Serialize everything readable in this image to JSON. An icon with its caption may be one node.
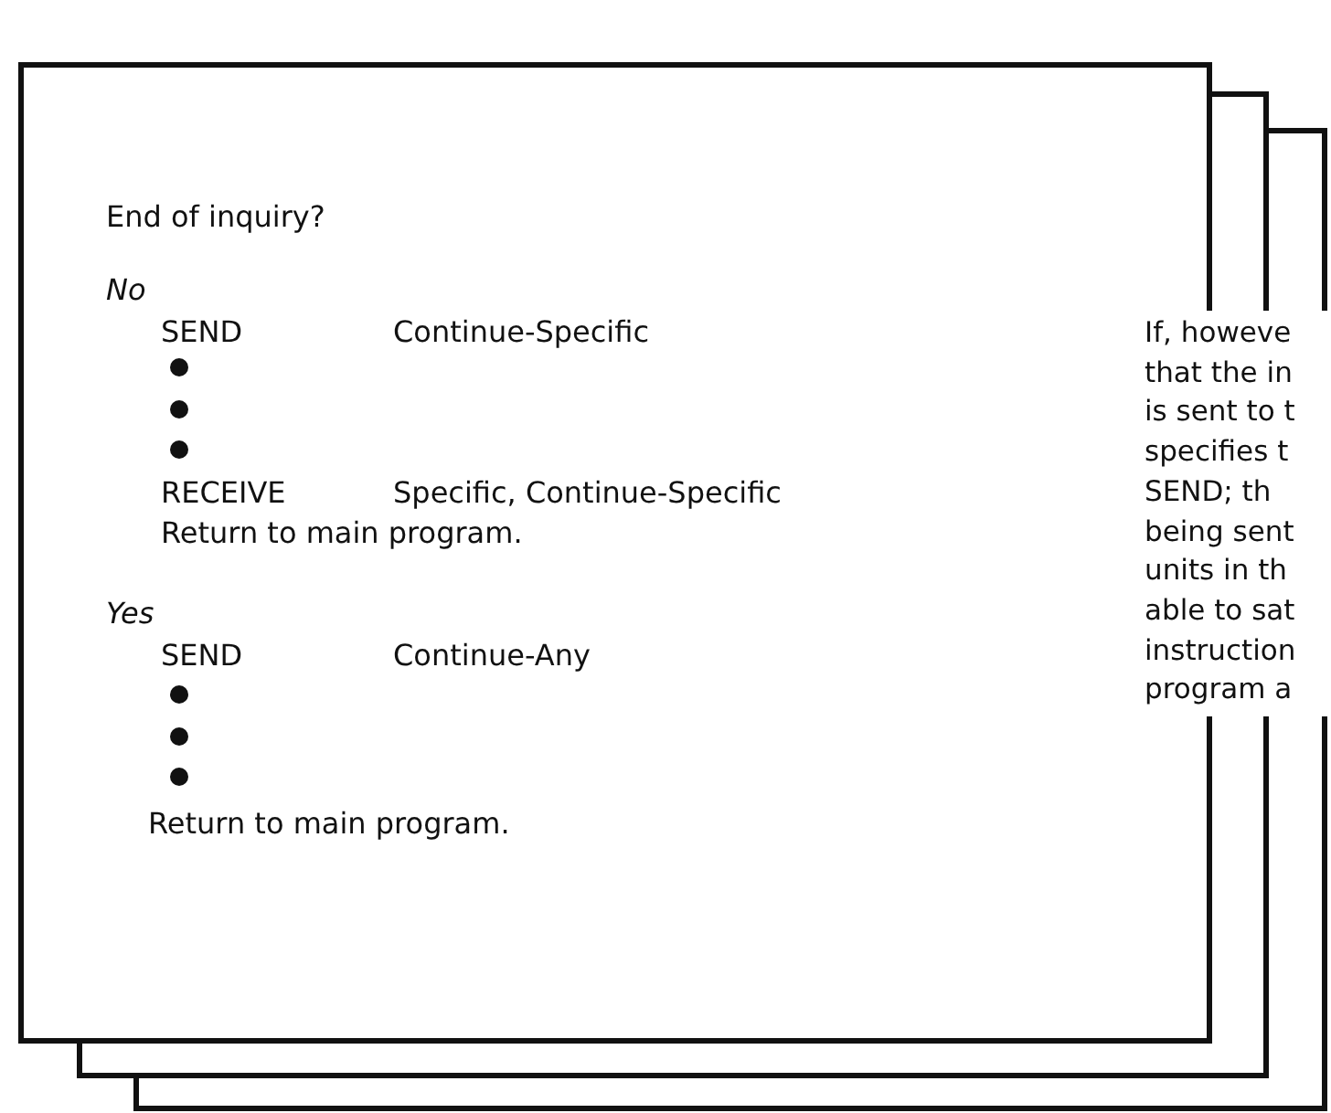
{
  "diagram": {
    "nodes": [
      {
        "text": [
          "End of inquiry?",
          "No",
          "SEND",
          "Continue-Specific",
          "RECEIVE",
          "Specific, Continue-Specific",
          "Return to main program.",
          "Yes",
          "SEND",
          "Continue-Any",
          "Return to main program."
        ]
      },
      {
        "text": [],
        "shape": "box"
      },
      {
        "text": [],
        "shape": "box"
      }
    ],
    "labels": [
      "If, howeve",
      "that the in",
      "is sent to t",
      "specifies t",
      "SEND; th",
      "being sent",
      "units in th",
      "able to sat",
      "instruction",
      "program a"
    ]
  }
}
